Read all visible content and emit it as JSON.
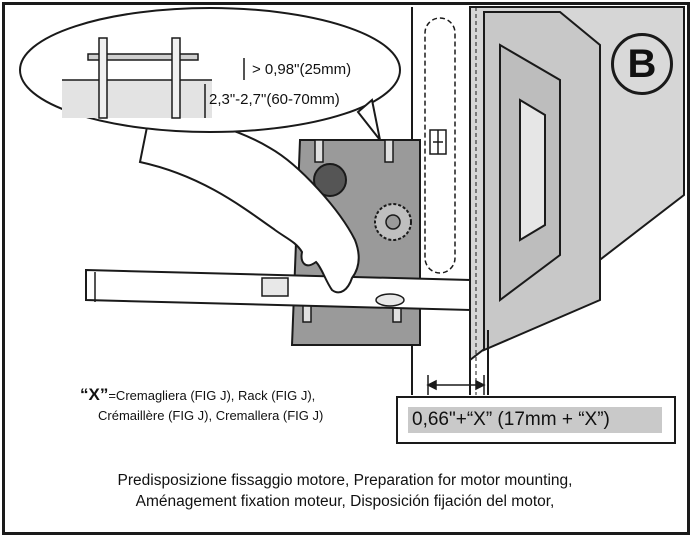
{
  "panel_label": "B",
  "measures": {
    "top": "> 0,98\"(25mm)",
    "depth": "2,3\"-2,7\"(60-70mm)",
    "offset": "0,66\"+“X” (17mm + “X”)"
  },
  "legend": {
    "symbol": "“X”",
    "line1": "=Cremagliera (FIG J), Rack (FIG J),",
    "line2": "Crémaillère (FIG J), Cremallera (FIG J)"
  },
  "caption": {
    "line1": "Predisposizione fissaggio motore, Preparation for motor mounting,",
    "line2": "Aménagement fixation moteur, Disposición fijación del motor,"
  },
  "colors": {
    "plate": "#9a9a9a",
    "gate": "#d6d6d6",
    "badge": "#d9d9d9",
    "box_fill": "#c9c9c9"
  }
}
